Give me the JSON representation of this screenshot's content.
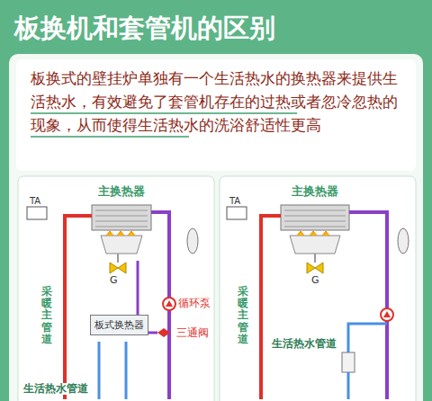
{
  "diagram": {
    "title": "板换机和套管机的区别",
    "caption": "板换式的壁挂炉单独有一个生活热水的换热器来提供生活热水，有效避免了套管机存在的过热或者忽冷忽热的现象，从而使得生活热水的洗浴舒适性更高",
    "nodes": [
      {
        "text": [
          "主换热器"
        ]
      },
      {
        "text": [
          "板式换热器"
        ]
      },
      {
        "text": [
          "主换热器"
        ]
      }
    ],
    "edges": [
      {
        "from": 0,
        "to": 1,
        "arrow": "none"
      }
    ],
    "labels": [
      "TA",
      "G",
      "循环泵",
      "三通阀",
      "采暖主管道",
      "生活热水管道",
      "TA",
      "G",
      "采暖主管道",
      "生活热水管道"
    ]
  }
}
